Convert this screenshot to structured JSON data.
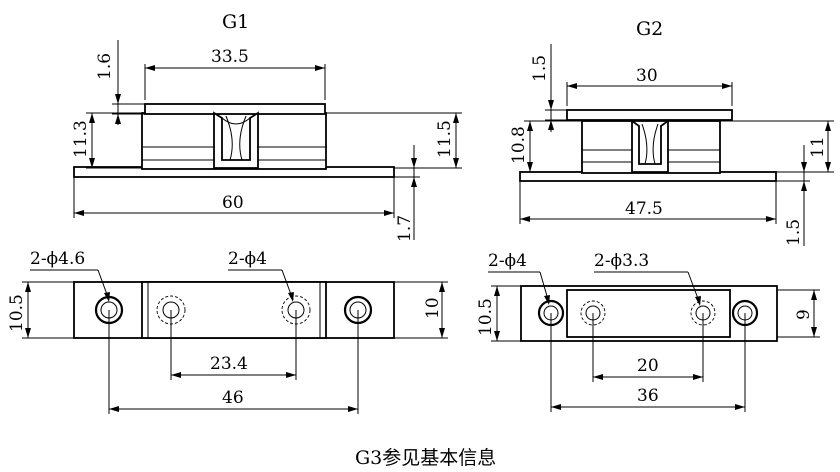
{
  "g1": {
    "title": "G1",
    "side": {
      "top_thickness": "1.6",
      "top_width": "33.5",
      "body_height": "11.3",
      "total_height": "11.5",
      "base_width": "60",
      "base_thickness": "1.7"
    },
    "top": {
      "outer_hole": "2-ϕ4.6",
      "inner_hole": "2-ϕ4",
      "inner_spacing": "23.4",
      "outer_spacing": "46",
      "body_height": "10.5",
      "plate_height": "10"
    }
  },
  "g2": {
    "title": "G2",
    "side": {
      "top_thickness": "1.5",
      "top_width": "30",
      "body_height": "10.8",
      "total_height": "11",
      "base_width": "47.5",
      "base_thickness": "1.5"
    },
    "top": {
      "outer_hole": "2-ϕ4",
      "inner_hole": "2-ϕ3.3",
      "inner_spacing": "20",
      "outer_spacing": "36",
      "body_height": "10.5",
      "plate_height": "9"
    }
  },
  "footer": "G3参见基本信息"
}
